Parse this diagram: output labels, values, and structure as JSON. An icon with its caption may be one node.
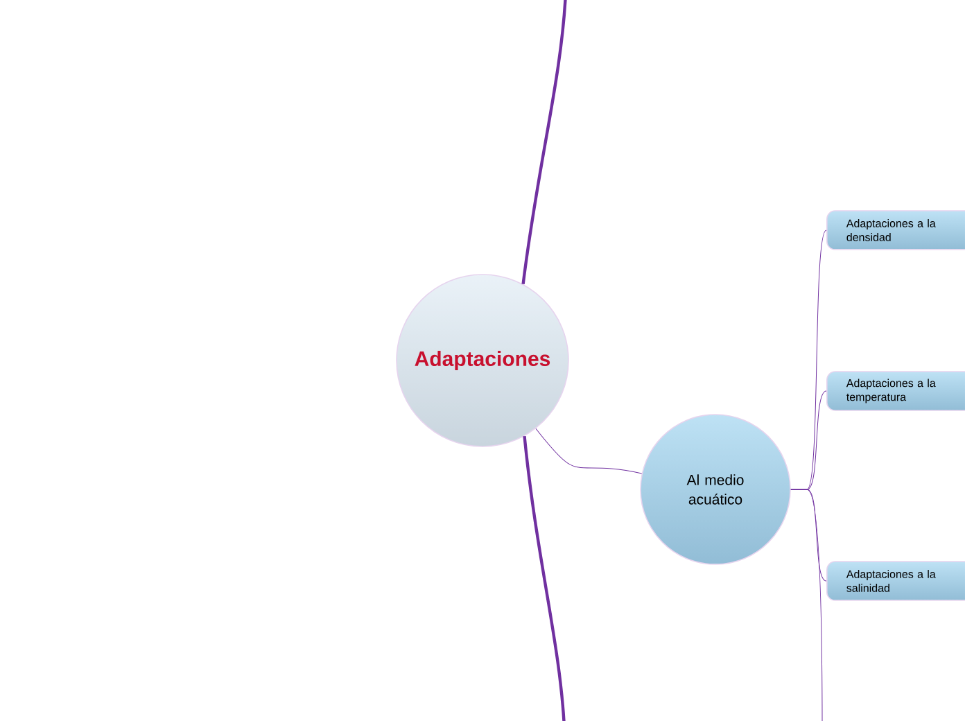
{
  "diagram": {
    "nodes": [
      {
        "text": [
          "Adaptaciones"
        ]
      },
      {
        "text": [
          "Al medio acuático"
        ]
      },
      {
        "text": [
          "Adaptaciones a la densidad"
        ]
      },
      {
        "text": [
          "Adaptaciones a la temperatura"
        ]
      },
      {
        "text": [
          "Adaptaciones a la salinidad"
        ]
      }
    ],
    "edges": [
      {
        "from": 0,
        "to": 1,
        "arrow": "none"
      },
      {
        "from": 1,
        "to": 2,
        "arrow": "none"
      },
      {
        "from": 1,
        "to": 3,
        "arrow": "none"
      },
      {
        "from": 1,
        "to": 4,
        "arrow": "none"
      },
      {
        "from": 0,
        "to": null,
        "arrow": "none",
        "style": "thick"
      },
      {
        "from": 0,
        "to": null,
        "arrow": "none",
        "style": "thick"
      },
      {
        "from": 1,
        "to": null,
        "arrow": "none"
      }
    ]
  }
}
